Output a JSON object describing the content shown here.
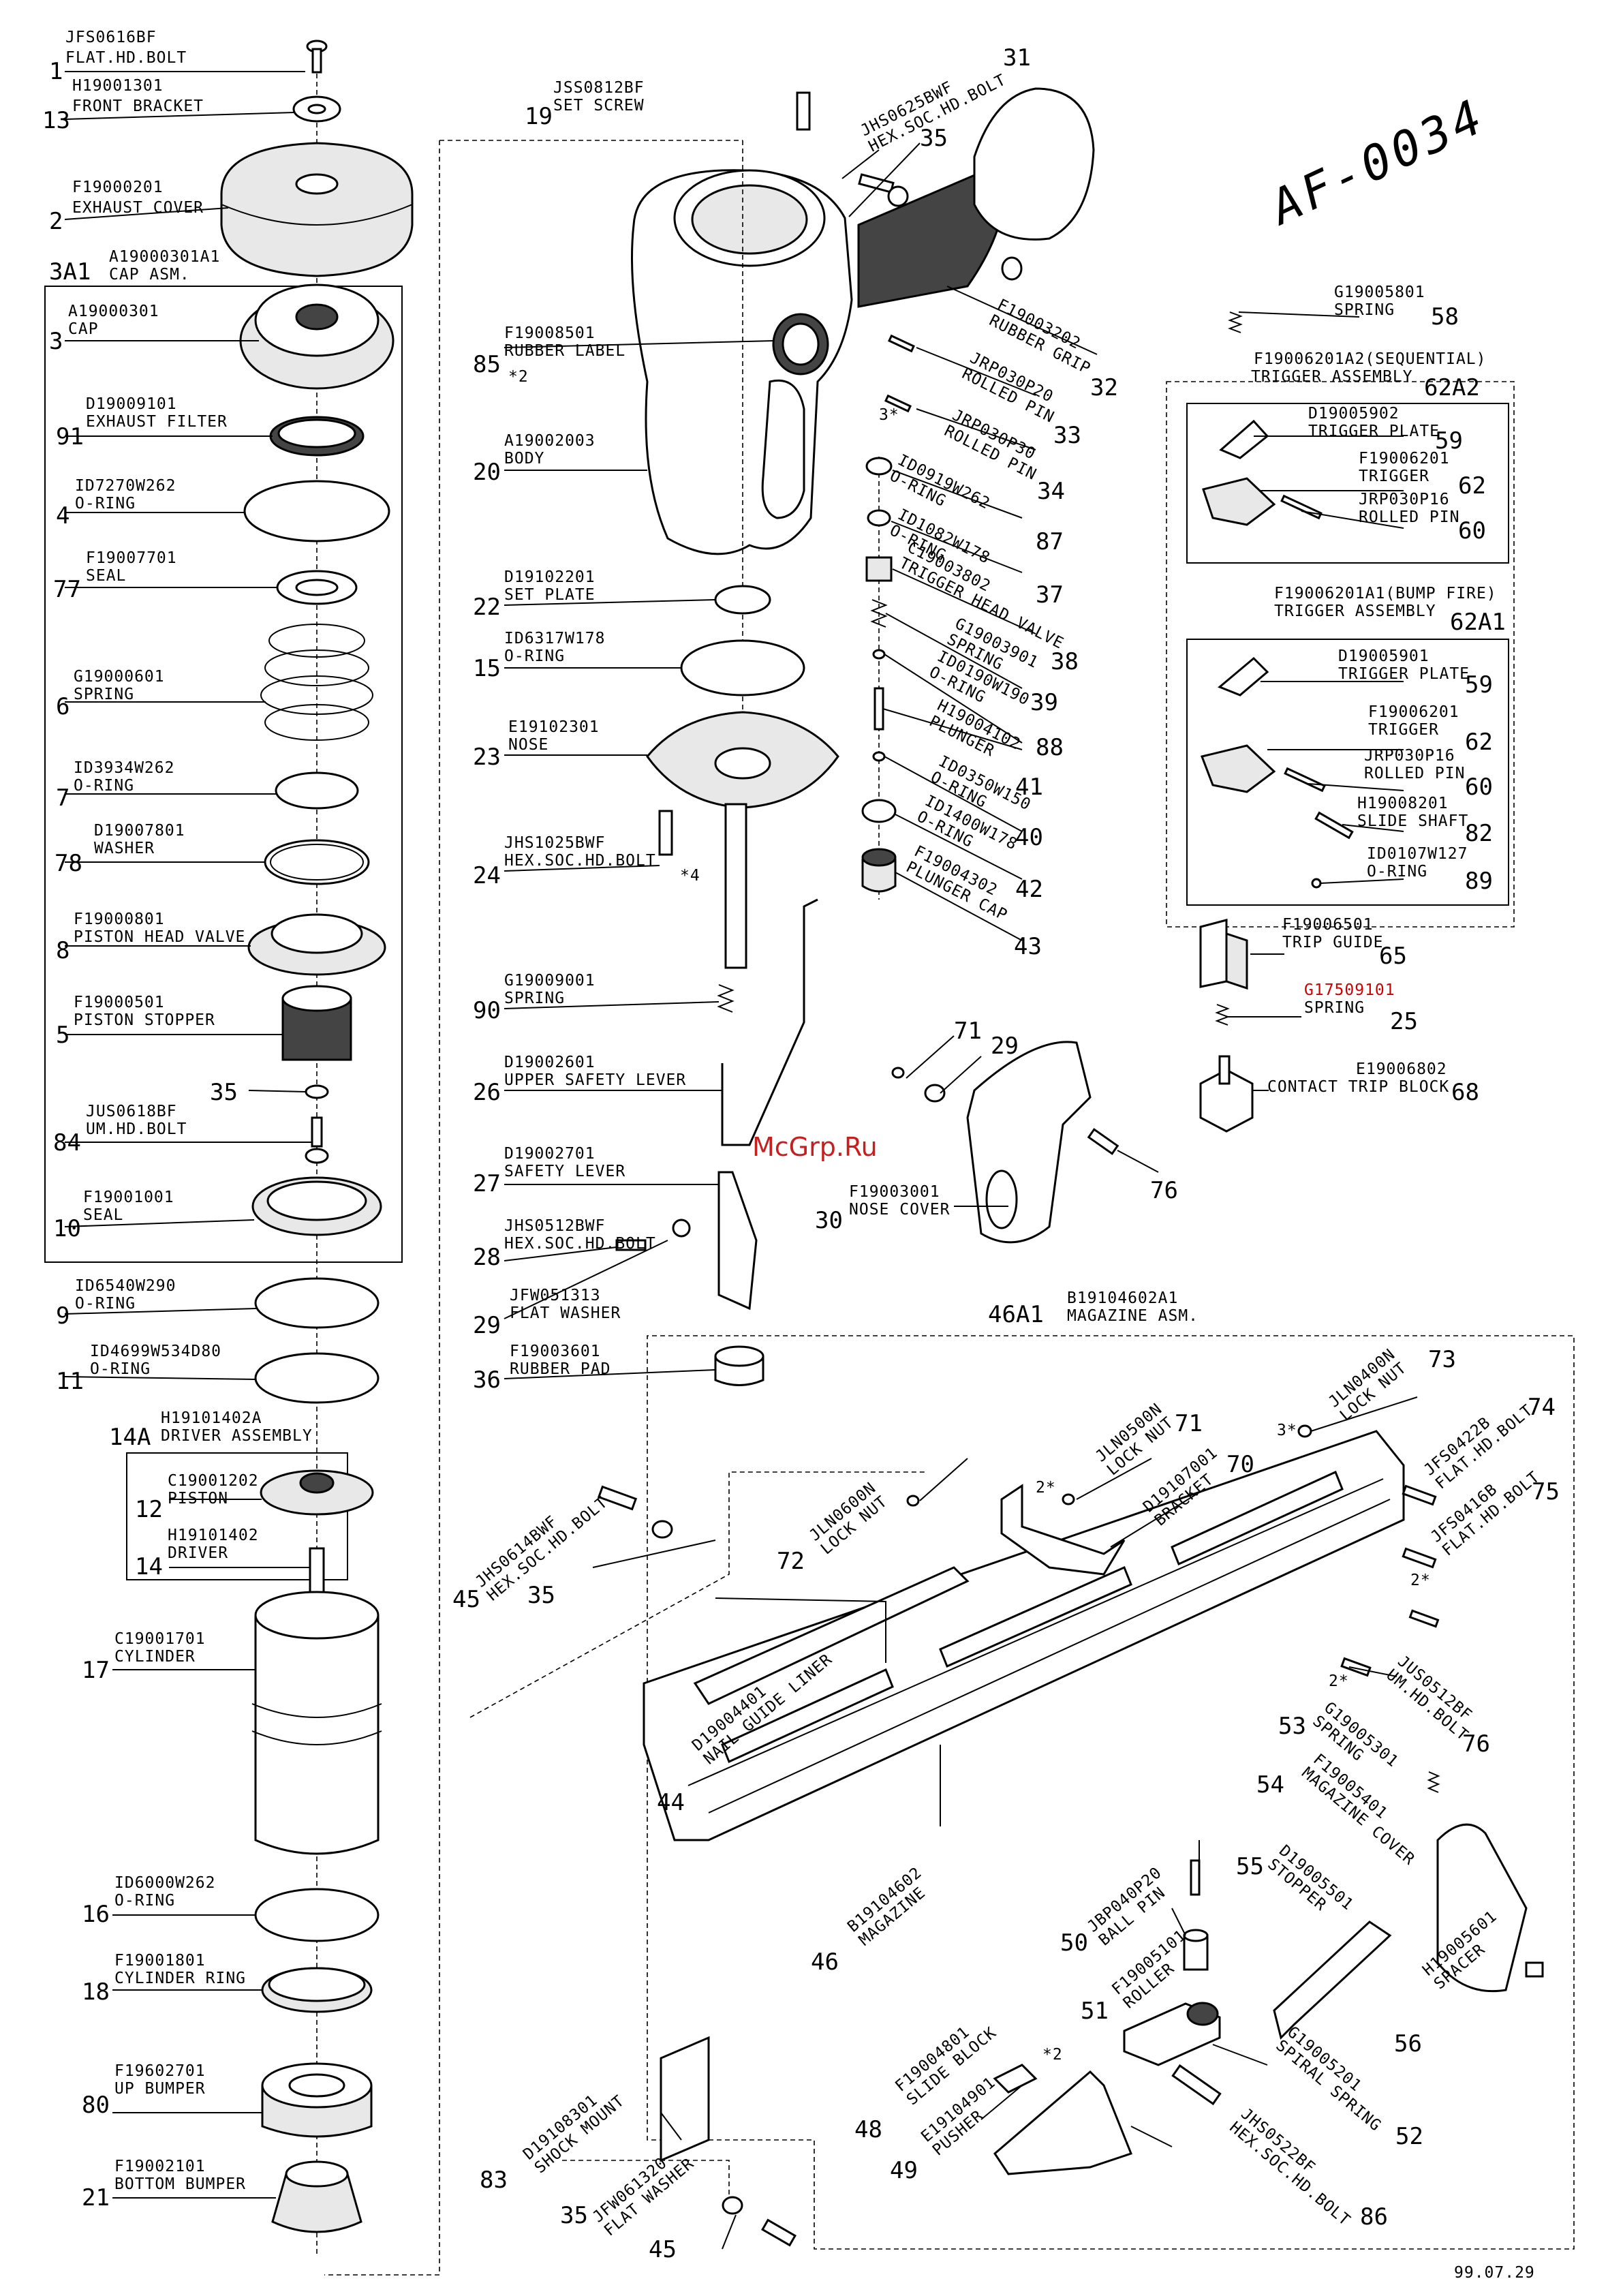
{
  "drawing_title": "AF-0034",
  "date": "99.07.29",
  "watermark": "McGrp.Ru",
  "colors": {
    "highlight": "#cc0000",
    "watermark": "#c81e1e"
  },
  "parts": {
    "p1": {
      "num": "1",
      "code": "JFS0616BF",
      "name": "FLAT.HD.BOLT"
    },
    "p13": {
      "num": "13",
      "code": "H19001301",
      "name": "FRONT BRACKET"
    },
    "p2": {
      "num": "2",
      "code": "F19000201",
      "name": "EXHAUST COVER"
    },
    "p3A1": {
      "num": "3A1",
      "code": "A19000301A1",
      "name": "CAP ASM."
    },
    "p3": {
      "num": "3",
      "code": "A19000301",
      "name": "CAP"
    },
    "p91": {
      "num": "91",
      "code": "D19009101",
      "name": "EXHAUST FILTER"
    },
    "p4": {
      "num": "4",
      "code": "ID7270W262",
      "name": "O-RING"
    },
    "p77": {
      "num": "77",
      "code": "F19007701",
      "name": "SEAL"
    },
    "p6": {
      "num": "6",
      "code": "G19000601",
      "name": "SPRING"
    },
    "p7": {
      "num": "7",
      "code": "ID3934W262",
      "name": "O-RING"
    },
    "p78": {
      "num": "78",
      "code": "D19007801",
      "name": "WASHER"
    },
    "p8": {
      "num": "8",
      "code": "F19000801",
      "name": "PISTON HEAD VALVE"
    },
    "p5": {
      "num": "5",
      "code": "F19000501",
      "name": "PISTON STOPPER"
    },
    "p35a": {
      "num": "35"
    },
    "p84": {
      "num": "84",
      "code": "JUS0618BF",
      "name": "UM.HD.BOLT"
    },
    "p10": {
      "num": "10",
      "code": "F19001001",
      "name": "SEAL"
    },
    "p9": {
      "num": "9",
      "code": "ID6540W290",
      "name": "O-RING"
    },
    "p11": {
      "num": "11",
      "code": "ID4699W534D80",
      "name": "O-RING"
    },
    "p14A": {
      "num": "14A",
      "code": "H19101402A",
      "name": "DRIVER ASSEMBLY"
    },
    "p12": {
      "num": "12",
      "code": "C19001202",
      "name": "PISTON"
    },
    "p14": {
      "num": "14",
      "code": "H19101402",
      "name": "DRIVER"
    },
    "p17": {
      "num": "17",
      "code": "C19001701",
      "name": "CYLINDER"
    },
    "p16": {
      "num": "16",
      "code": "ID6000W262",
      "name": "O-RING"
    },
    "p18": {
      "num": "18",
      "code": "F19001801",
      "name": "CYLINDER RING"
    },
    "p80": {
      "num": "80",
      "code": "F19602701",
      "name": "UP BUMPER"
    },
    "p21": {
      "num": "21",
      "code": "F19002101",
      "name": "BOTTOM BUMPER"
    },
    "p19": {
      "num": "19",
      "code": "JSS0812BF",
      "name": "SET SCREW"
    },
    "p31": {
      "num": "31",
      "code": "JHS0625BWF",
      "name": "HEX.SOC.HD.BOLT"
    },
    "p35b": {
      "num": "35"
    },
    "p32": {
      "num": "32",
      "code": "F19003202",
      "name": "RUBBER GRIP"
    },
    "p85": {
      "num": "85",
      "code": "F19008501",
      "name": "RUBBER LABEL",
      "note": "*2"
    },
    "p33": {
      "num": "33",
      "code": "JRP030P20",
      "name": "ROLLED PIN"
    },
    "p34": {
      "num": "34",
      "code": "JRP030P30",
      "name": "ROLLED PIN",
      "note": "3*"
    },
    "p20": {
      "num": "20",
      "code": "A19002003",
      "name": "BODY"
    },
    "p87": {
      "num": "87",
      "code": "ID0919W262",
      "name": "O-RING"
    },
    "p37": {
      "num": "37",
      "code": "ID1082W178",
      "name": "O-RING"
    },
    "p38": {
      "num": "38",
      "code": "C19003802",
      "name": "TRIGGER HEAD VALVE"
    },
    "p39": {
      "num": "39",
      "code": "G19003901",
      "name": "SPRING"
    },
    "p88": {
      "num": "88",
      "code": "ID0190W190",
      "name": "O-RING"
    },
    "p41": {
      "num": "41",
      "code": "H19004102",
      "name": "PLUNGER"
    },
    "p40": {
      "num": "40",
      "code": "ID0350W150",
      "name": "O-RING"
    },
    "p42": {
      "num": "42",
      "code": "ID1400W178",
      "name": "O-RING"
    },
    "p43": {
      "num": "43",
      "code": "F19004302",
      "name": "PLUNGER CAP"
    },
    "p22": {
      "num": "22",
      "code": "D19102201",
      "name": "SET PLATE"
    },
    "p15": {
      "num": "15",
      "code": "ID6317W178",
      "name": "O-RING"
    },
    "p23": {
      "num": "23",
      "code": "E19102301",
      "name": "NOSE"
    },
    "p24": {
      "num": "24",
      "code": "JHS1025BWF",
      "name": "HEX.SOC.HD.BOLT",
      "note": "*4"
    },
    "p90": {
      "num": "90",
      "code": "G19009001",
      "name": "SPRING"
    },
    "p26": {
      "num": "26",
      "code": "D19002601",
      "name": "UPPER SAFETY LEVER"
    },
    "p27": {
      "num": "27",
      "code": "D19002701",
      "name": "SAFETY LEVER"
    },
    "p28": {
      "num": "28",
      "code": "JHS0512BWF",
      "name": "HEX.SOC.HD.BOLT"
    },
    "p29a": {
      "num": "29",
      "code": "JFW051313",
      "name": "FLAT WASHER"
    },
    "p36": {
      "num": "36",
      "code": "F19003601",
      "name": "RUBBER PAD"
    },
    "p71a": {
      "num": "71"
    },
    "p29b": {
      "num": "29"
    },
    "p30": {
      "num": "30",
      "code": "F19003001",
      "name": "NOSE COVER"
    },
    "p76a": {
      "num": "76"
    },
    "p58": {
      "num": "58",
      "code": "G19005801",
      "name": "SPRING"
    },
    "p62A2": {
      "num": "62A2",
      "code": "F19006201A2(SEQUENTIAL)",
      "name": "TRIGGER ASSEMBLY"
    },
    "p59a": {
      "num": "59",
      "code": "D19005902",
      "name": "TRIGGER PLATE"
    },
    "p62a": {
      "num": "62",
      "code": "F19006201",
      "name": "TRIGGER"
    },
    "p60a": {
      "num": "60",
      "code": "JRP030P16",
      "name": "ROLLED PIN"
    },
    "p62A1": {
      "num": "62A1",
      "code": "F19006201A1(BUMP FIRE)",
      "name": "TRIGGER ASSEMBLY"
    },
    "p59b": {
      "num": "59",
      "code": "D19005901",
      "name": "TRIGGER PLATE"
    },
    "p62b": {
      "num": "62",
      "code": "F19006201",
      "name": "TRIGGER"
    },
    "p60b": {
      "num": "60",
      "code": "JRP030P16",
      "name": "ROLLED PIN"
    },
    "p82": {
      "num": "82",
      "code": "H19008201",
      "name": "SLIDE SHAFT"
    },
    "p89": {
      "num": "89",
      "code": "ID0107W127",
      "name": "O-RING"
    },
    "p65": {
      "num": "65",
      "code": "F19006501",
      "name": "TRIP GUIDE"
    },
    "p25": {
      "num": "25",
      "code": "G17509101",
      "name": "SPRING"
    },
    "p68": {
      "num": "68",
      "code": "E19006802",
      "name": "CONTACT TRIP BLOCK"
    },
    "p46A1": {
      "num": "46A1",
      "code": "B19104602A1",
      "name": "MAGAZINE ASM."
    },
    "p73": {
      "num": "73",
      "code": "JLN0400N",
      "name": "LOCK NUT",
      "note": "3*"
    },
    "p74": {
      "num": "74",
      "code": "JFS0422B",
      "name": "FLAT.HD.BOLT"
    },
    "p71b": {
      "num": "71",
      "code": "JLN0500N",
      "name": "LOCK NUT",
      "note": "2*"
    },
    "p70": {
      "num": "70",
      "code": "D19107001",
      "name": "BRACKET"
    },
    "p75": {
      "num": "75",
      "code": "JFS0416B",
      "name": "FLAT.HD.BOLT",
      "note": "2*"
    },
    "p72": {
      "num": "72",
      "code": "JLN0600N",
      "name": "LOCK NUT"
    },
    "p45a": {
      "num": "45",
      "code": "JHS0614BWF",
      "name": "HEX.SOC.HD.BOLT"
    },
    "p35c": {
      "num": "35"
    },
    "p76b": {
      "num": "76",
      "code": "JUS0512BF",
      "name": "UM.HD.BOLT",
      "note": "2*"
    },
    "p53": {
      "num": "53",
      "code": "G19005301",
      "name": "SPRING"
    },
    "p54": {
      "num": "54",
      "code": "F19005401",
      "name": "MAGAZINE COVER"
    },
    "p44": {
      "num": "44",
      "code": "D19004401",
      "name": "NAIL GUIDE LINER"
    },
    "p55": {
      "num": "55",
      "code": "D19005501",
      "name": "STOPPER"
    },
    "p50": {
      "num": "50",
      "code": "JBP040P20",
      "name": "BALL PIN"
    },
    "p46": {
      "num": "46",
      "code": "B19104602",
      "name": "MAGAZINE"
    },
    "p51": {
      "num": "51",
      "code": "F19005101",
      "name": "ROLLER"
    },
    "p56": {
      "num": "56",
      "code": "H19005601",
      "name": "SPACER"
    },
    "p52": {
      "num": "52",
      "code": "G19005201",
      "name": "SPIRAL SPRING"
    },
    "p48": {
      "num": "48",
      "code": "F19004801",
      "name": "SLIDE BLOCK",
      "note": "*2"
    },
    "p49": {
      "num": "49",
      "code": "E19104901",
      "name": "PUSHER"
    },
    "p83": {
      "num": "83",
      "code": "D19108301",
      "name": "SHOCK MOUNT"
    },
    "p86": {
      "num": "86",
      "code": "JHS0522BF",
      "name": "HEX.SOC.HD.BOLT"
    },
    "p35d": {
      "num": "35",
      "code": "JFW061320",
      "name": "FLAT WASHER"
    },
    "p45b": {
      "num": "45"
    }
  }
}
